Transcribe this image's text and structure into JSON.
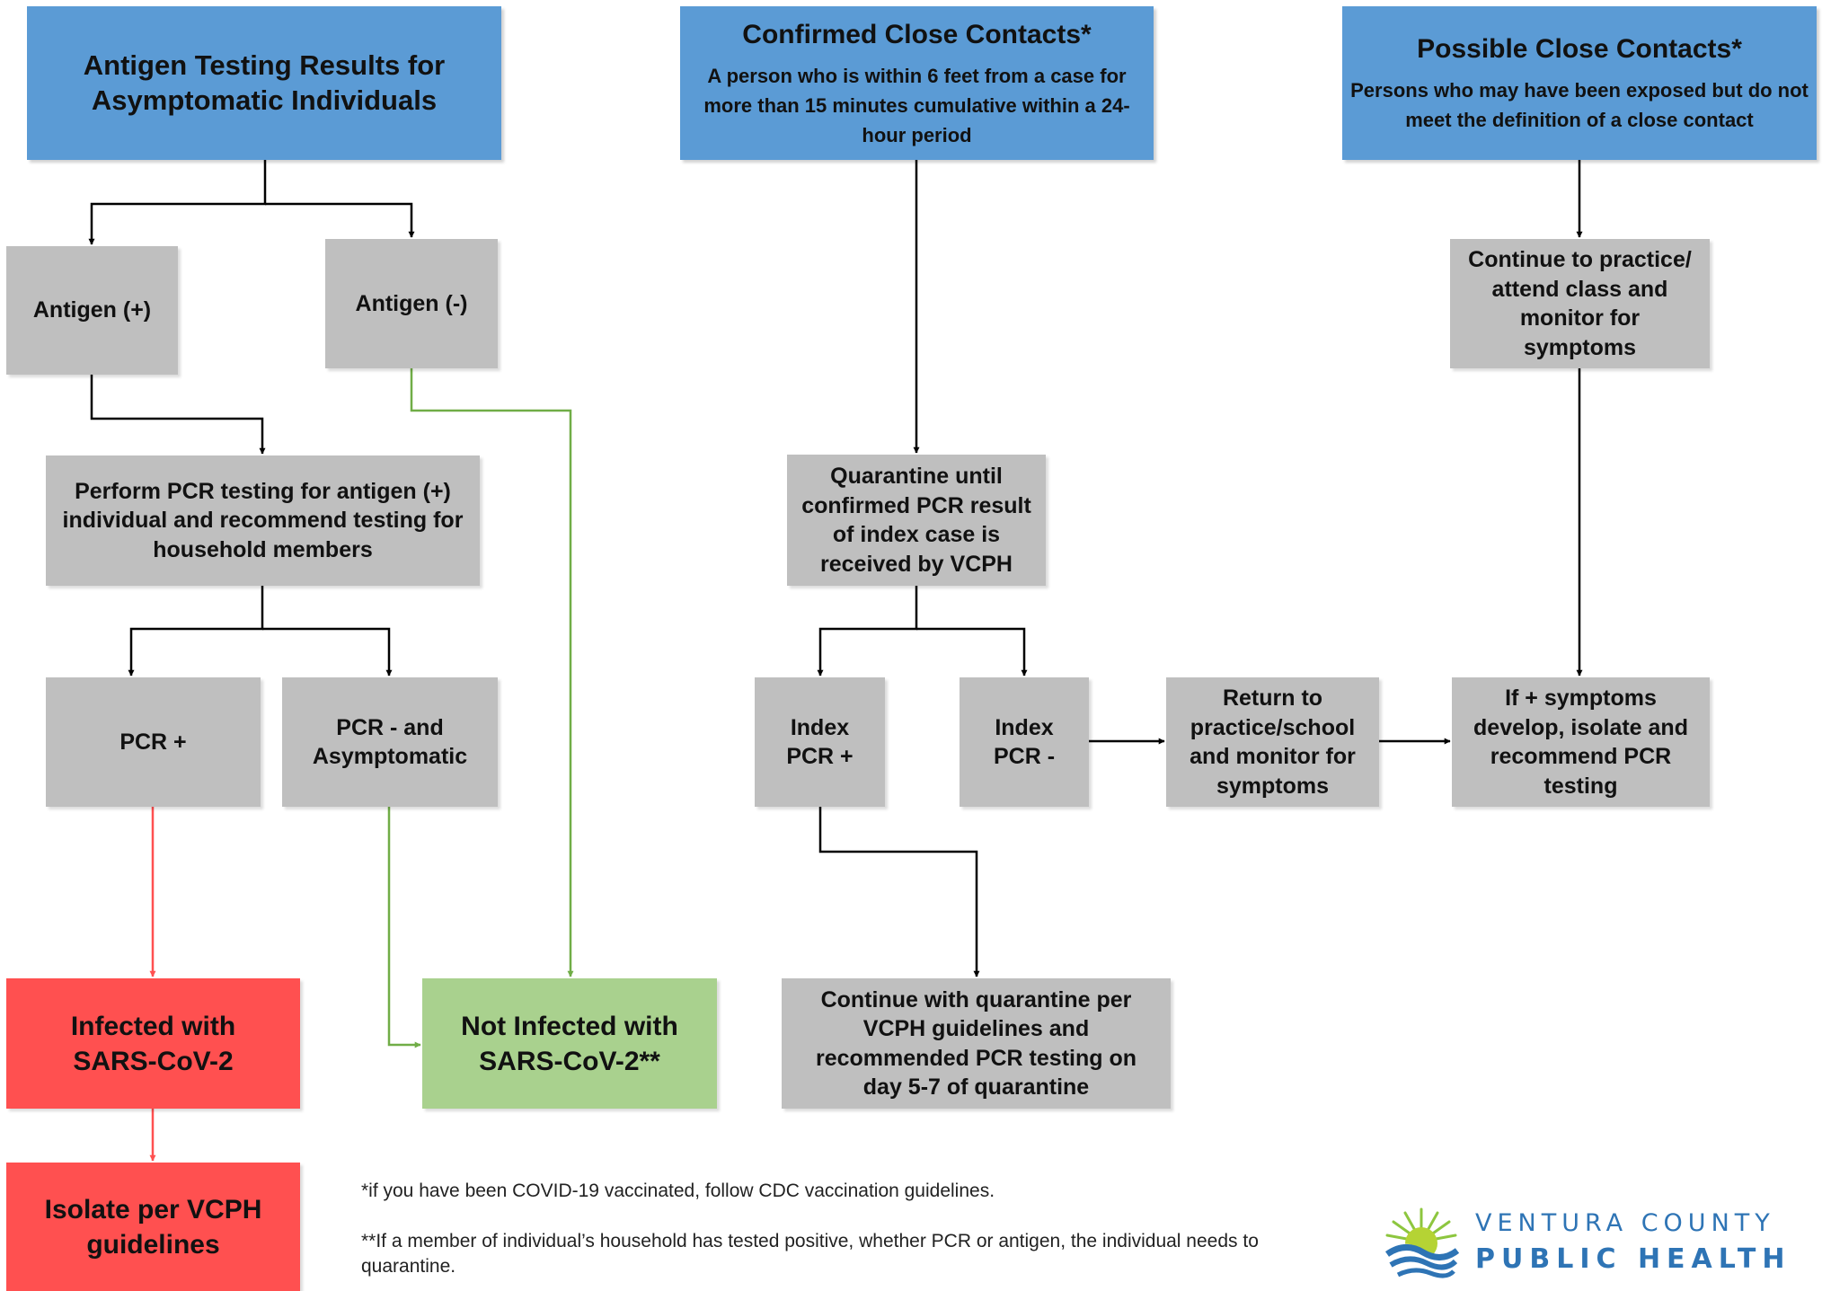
{
  "boxes": {
    "antigen_title": "Antigen Testing Results for Asymptomatic Individuals",
    "confirmed_title": "Confirmed Close Contacts*",
    "confirmed_desc": "A person who is within 6 feet from a case for more than 15 minutes cumulative within a 24-hour period",
    "possible_title": "Possible Close Contacts*",
    "possible_desc": "Persons who may have been exposed but do not meet the definition of a close contact",
    "antigen_pos": "Antigen (+)",
    "antigen_neg": "Antigen (-)",
    "perform_pcr": "Perform PCR testing for antigen (+) individual and recommend testing for household members",
    "pcr_pos": "PCR +",
    "pcr_neg": "PCR - and Asymptomatic",
    "infected": "Infected with SARS-CoV-2",
    "not_infected": "Not Infected with SARS-CoV-2**",
    "isolate": "Isolate per VCPH guidelines",
    "quarantine_until": "Quarantine until confirmed PCR result of index case is received by VCPH",
    "index_pos": "Index PCR +",
    "index_neg": "Index PCR -",
    "return_practice": "Return to practice/school and monitor for symptoms",
    "continue_quarantine": "Continue with quarantine per VCPH guidelines and recommended PCR testing on day 5-7 of quarantine",
    "continue_practice": "Continue to practice/ attend class and monitor for symptoms",
    "if_symptoms": "If + symptoms develop, isolate and recommend PCR testing"
  },
  "notes": {
    "note1": "*if you have been COVID-19 vaccinated, follow CDC vaccination guidelines.",
    "note2": "**If a member of individual’s household has tested positive, whether PCR or antigen, the individual needs to quarantine."
  },
  "logo": {
    "line1": "VENTURA COUNTY",
    "line2": "PUBLIC HEALTH"
  },
  "colors": {
    "header_blue": "#5b9bd5",
    "step_gray": "#bfbfbf",
    "infected_red": "#ff5050",
    "not_infected_green": "#a9d18e",
    "arrow_black": "#000000",
    "arrow_red": "#ff5050",
    "arrow_green": "#70ad47",
    "logo_blue": "#2e74b5",
    "logo_green": "#8dc63f"
  }
}
